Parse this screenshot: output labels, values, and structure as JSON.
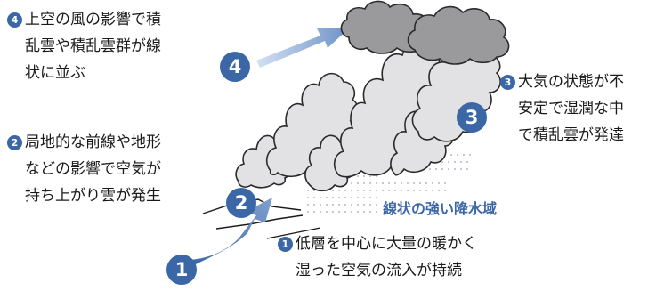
{
  "steps": [
    {
      "num": "1",
      "lines": [
        "低層を中心に大量の暖かく",
        "湿った空気の流入が持続"
      ]
    },
    {
      "num": "2",
      "lines": [
        "局地的な前線や地形",
        "などの影響で空気が",
        "持ち上がり雲が発生"
      ]
    },
    {
      "num": "3",
      "lines": [
        "大気の状態が不",
        "安定で湿潤な中",
        "で積乱雲が発達"
      ]
    },
    {
      "num": "4",
      "lines": [
        "上空の風の影響で積",
        "乱雲や積乱雲群が線",
        "状に並ぶ"
      ]
    }
  ],
  "band_label": "線状の強い降水域",
  "colors": {
    "accent_blue": "#3b67a7",
    "cloud_fill": "#e2e2e4",
    "cloud_dark": "#9a9a9c",
    "cloud_outline": "#2a2a2a",
    "rain_dots": "#9aa3b8"
  }
}
